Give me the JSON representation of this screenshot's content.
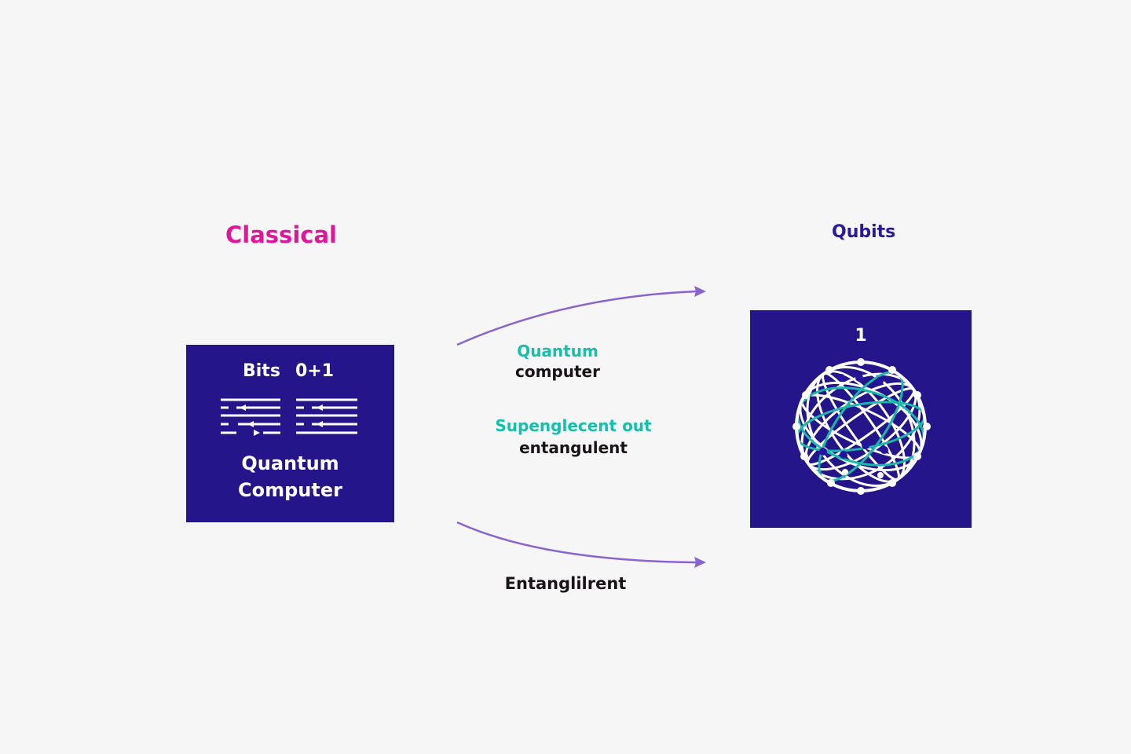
{
  "classical": {
    "title": "Classical",
    "panel": {
      "bits_label": "Bits",
      "bits_value": "0+1",
      "name": "Quantum Computer"
    }
  },
  "qubits": {
    "title": "Qubits",
    "panel": {
      "number": "1"
    }
  },
  "middle": {
    "label1_line1": "Quantum",
    "label1_line2": "computer",
    "label2_line1": "Supenglecent out",
    "label2_line2": "entangulent",
    "label3": "Entanglilrent"
  },
  "colors": {
    "background": "#f7f6f6",
    "panel": "#24158a",
    "classical_title": "#e0169a",
    "qubits_title": "#2a1a9a",
    "teal_text": "#14bfae",
    "arrow": "#8a63d2"
  },
  "icons": {
    "bit_lines": "bit-lines-icon",
    "qubit_sphere": "globe-sphere-icon",
    "arrows": "arrow-right-icon"
  }
}
